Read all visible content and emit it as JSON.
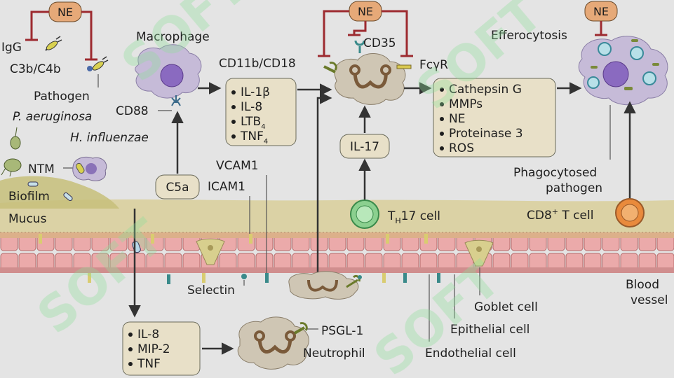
{
  "colors": {
    "background": "#e4e4e4",
    "ne_box": "#e6a978",
    "inhibit_line": "#9d2a2f",
    "mucus": "#d9cf9a",
    "epithelium": "#ebaaaa",
    "cytokine_box": "#e8e0c8",
    "macrophage": "#c6bbd8",
    "neutrophil": "#cfc6b4",
    "th17": "#8bd08f",
    "cd8": "#e98a3c",
    "watermark": "#8fdf9a"
  },
  "ne_labels": [
    "NE",
    "NE",
    "NE"
  ],
  "cells": {
    "macrophage": "Macrophage",
    "neutrophil": "Neutrophil",
    "th17_prefix": "T",
    "th17_sub": "H",
    "th17_suffix": "17 cell",
    "cd8_prefix": "CD8",
    "cd8_sup": "+",
    "cd8_suffix": " T cell"
  },
  "pathogen_labels": {
    "igg": "IgG",
    "c3b": "C3b/C4b",
    "pathogen": "Pathogen",
    "p_aeruginosa": "P. aeruginosa",
    "h_influenzae": "H. influenzae",
    "ntm": "NTM",
    "biofilm": "Biofilm",
    "mucus": "Mucus"
  },
  "receptors": {
    "cd88": "CD88",
    "cd11b": "CD11b/CD18",
    "cd35": "CD35",
    "fcgr": "FcγR",
    "psgl1": "PSGL-1",
    "vcam1": "VCAM1",
    "icam1": "ICAM1",
    "selectin": "Selectin"
  },
  "signals": {
    "c5a": "C5a",
    "il17": "IL-17"
  },
  "macrophage_cytokines": [
    "IL-1β",
    "IL-8",
    "LTB",
    "TNF"
  ],
  "macrophage_cytokine_subs": [
    "",
    "",
    "4",
    "4"
  ],
  "neutrophil_products": [
    "Cathepsin G",
    "MMPs",
    "NE",
    "Proteinase 3",
    "ROS"
  ],
  "epithelial_cytokines": [
    "IL-8",
    "MIP-2",
    "TNF"
  ],
  "right_labels": {
    "efferocytosis": "Efferocytosis",
    "phagocytosed_1": "Phagocytosed",
    "phagocytosed_2": "pathogen",
    "blood_1": "Blood",
    "blood_2": "vessel",
    "goblet": "Goblet cell",
    "epithelial": "Epithelial cell",
    "endothelial": "Endothelial cell"
  },
  "watermark": "SOFT"
}
